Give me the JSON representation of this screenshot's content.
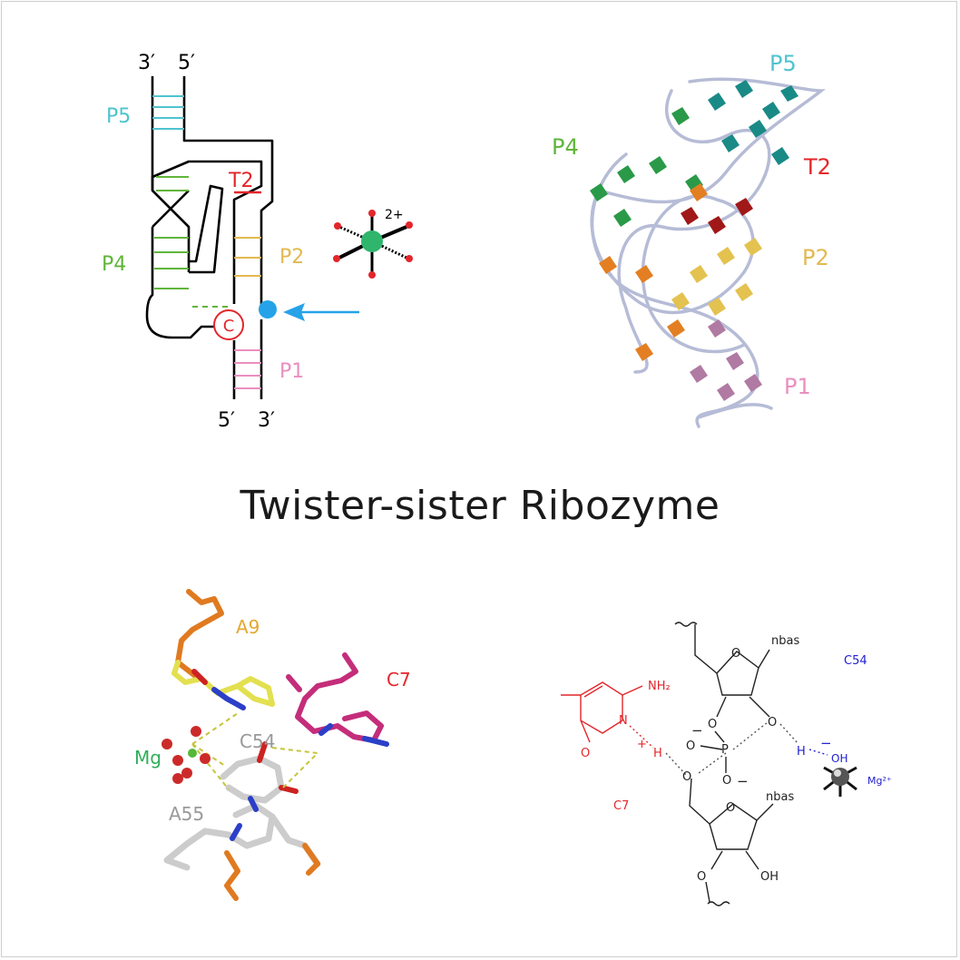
{
  "title": "Twister-sister Ribozyme",
  "colors": {
    "p1": "#e98fc0",
    "p2": "#e3b94f",
    "p4": "#5fb53a",
    "p5": "#4fc3cf",
    "t2": "#e3262b",
    "arrow": "#26a2e8",
    "mg_ion": "#2fb56c",
    "water_o": "#e3262b",
    "c54_blue": "#2020d0",
    "c7_red": "#e3262b"
  },
  "secondary_structure": {
    "top_left_label": "3′",
    "top_right_label": "5′",
    "bottom_left_label": "5′",
    "bottom_right_label": "3′",
    "p5": "P5",
    "p4": "P4",
    "t2": "T2",
    "p2": "P2",
    "p1": "P1",
    "cleavage_base": "C",
    "metal_charge": "2+"
  },
  "tertiary_structure": {
    "p5": "P5",
    "p4": "P4",
    "t2": "T2",
    "p2": "P2",
    "p1": "P1"
  },
  "active_site": {
    "a9": "A9",
    "c7": "C7",
    "mg": "Mg",
    "c54": "C54",
    "a55": "A55"
  },
  "mechanism": {
    "nbas_top": "nbas",
    "nbas_bottom": "nbas",
    "c54": "C54",
    "c7": "C7",
    "nh2": "NH₂",
    "mg": "Mg²⁺",
    "oh": "OH",
    "h_left": "H",
    "h_right": "H",
    "plus": "+",
    "minus_top": "−",
    "minus_left": "−",
    "minus_bottom": "−",
    "o_labels": [
      "O",
      "O",
      "O",
      "O",
      "O",
      "O",
      "O",
      "O"
    ],
    "p": "P",
    "n": "N",
    "oh_bottom": "OH"
  }
}
